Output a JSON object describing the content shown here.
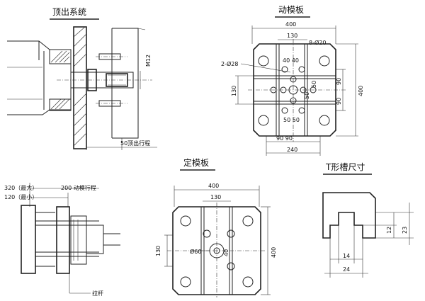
{
  "titles": {
    "ejection": "顶出系统",
    "moving_plate": "动模板",
    "fixed_plate": "定模板",
    "t_slot": "T形槽尺寸"
  },
  "ejection": {
    "m12": "M12",
    "stroke": "50顶出行程"
  },
  "moving": {
    "d400_top": "400",
    "d130": "130",
    "holes8": "8-Ø20",
    "holes2": "2-Ø28",
    "d40_40": "40 40",
    "d50a": "50",
    "d50b": "50",
    "d130_left": "130",
    "d90a": "90",
    "d90b": "90",
    "d400_right": "400",
    "d50_50": "50 50",
    "d90_90": "90   90",
    "d240": "240"
  },
  "clamp": {
    "max": "320（最大）",
    "min": "120（最小）",
    "stroke": "200 动模行程",
    "pull_rod": "拉杆"
  },
  "fixed": {
    "d400_top": "400",
    "d130_top": "130",
    "d130_left": "130",
    "dia60": "Ø60",
    "d40": "40",
    "d400_right": "400"
  },
  "tslot": {
    "d12": "12",
    "d23": "23",
    "d14": "14",
    "d24": "24"
  }
}
